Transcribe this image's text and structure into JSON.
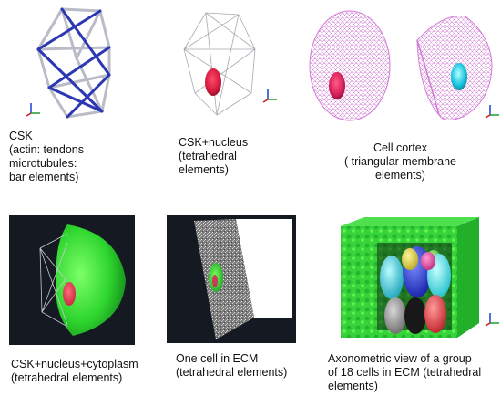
{
  "colors": {
    "bar_gray": "#b9bcc6",
    "tendon_blue": "#2c37b4",
    "nucleus_red": "#d81c3f",
    "cortex_pink": "#d27ad6",
    "cyto_green": "#2fd62f",
    "ecm_green": "#36d43a",
    "dark_bg": "#151a22",
    "mesh_gray": "#8d8d8d"
  },
  "panels": [
    {
      "id": "csk",
      "icon": "tensegrity-structure-icon",
      "caption_lines": [
        "CSK",
        "(actin: tendons",
        "microtubules:",
        "bar elements)"
      ]
    },
    {
      "id": "csk-nucleus",
      "icon": "nucleus-in-csk-icon",
      "caption_lines": [
        "CSK+nucleus",
        "(tetrahedral",
        "elements)"
      ]
    },
    {
      "id": "cell-cortex",
      "icon": "cell-cortex-mesh-icon",
      "caption_lines": [
        "Cell cortex",
        "( triangular membrane",
        "elements)"
      ]
    },
    {
      "id": "csk-nucleus-cytoplasm",
      "icon": "cytoplasm-model-icon",
      "caption_lines": [
        "CSK+nucleus+cytoplasm",
        "(tetrahedral elements)"
      ]
    },
    {
      "id": "one-cell-ecm",
      "icon": "ecm-block-icon",
      "caption_lines": [
        "One cell in ECM",
        "(tetrahedral elements)"
      ]
    },
    {
      "id": "group-cells-ecm",
      "icon": "cell-group-ecm-icon",
      "caption_lines": [
        "Axonometric view of a group",
        "of 18 cells in ECM (tetrahedral",
        "elements)"
      ]
    }
  ]
}
